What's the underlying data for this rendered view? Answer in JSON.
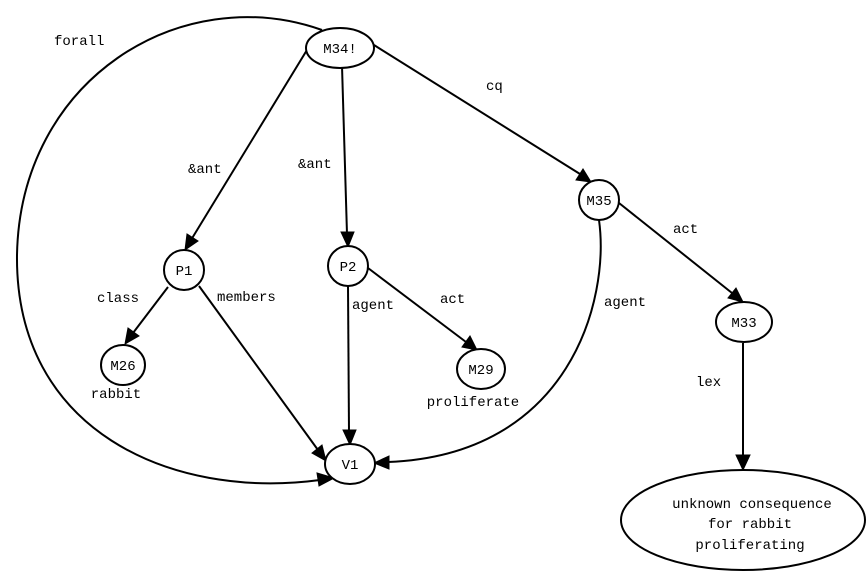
{
  "diagram": {
    "type": "semantic-network",
    "nodes": [
      {
        "id": "M34!",
        "label": "M34!"
      },
      {
        "id": "P1",
        "label": "P1"
      },
      {
        "id": "P2",
        "label": "P2"
      },
      {
        "id": "M35",
        "label": "M35"
      },
      {
        "id": "M26",
        "label": "M26"
      },
      {
        "id": "M29",
        "label": "M29"
      },
      {
        "id": "M33",
        "label": "M33"
      },
      {
        "id": "V1",
        "label": "V1"
      },
      {
        "id": "consequence",
        "label": [
          "unknown consequence",
          "for rabbit",
          "proliferating"
        ]
      }
    ],
    "node_annotations": [
      {
        "node": "M26",
        "text": "rabbit"
      },
      {
        "node": "M29",
        "text": "proliferate"
      }
    ],
    "edges": [
      {
        "from": "M34!",
        "to": "V1",
        "label": "forall"
      },
      {
        "from": "M34!",
        "to": "P1",
        "label": "&ant"
      },
      {
        "from": "M34!",
        "to": "P2",
        "label": "&ant"
      },
      {
        "from": "M34!",
        "to": "M35",
        "label": "cq"
      },
      {
        "from": "P1",
        "to": "M26",
        "label": "class"
      },
      {
        "from": "P1",
        "to": "V1",
        "label": "members"
      },
      {
        "from": "P2",
        "to": "V1",
        "label": "agent"
      },
      {
        "from": "P2",
        "to": "M29",
        "label": "act"
      },
      {
        "from": "M35",
        "to": "V1",
        "label": "agent"
      },
      {
        "from": "M35",
        "to": "M33",
        "label": "act"
      },
      {
        "from": "M33",
        "to": "consequence",
        "label": "lex"
      }
    ]
  }
}
